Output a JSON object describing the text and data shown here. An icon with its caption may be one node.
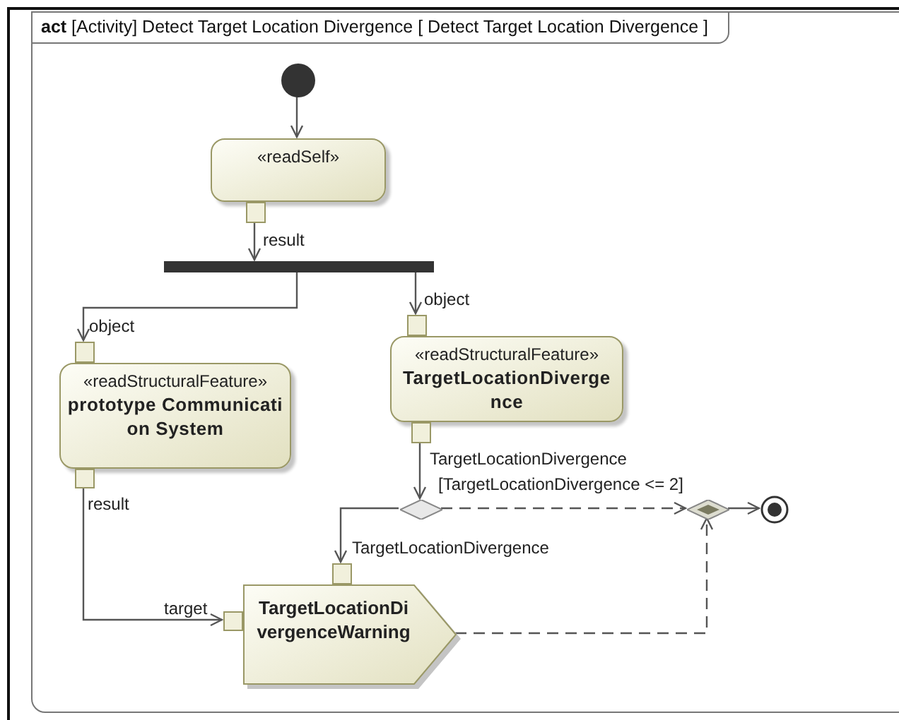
{
  "diagram": {
    "nodes": [
      {
        "text": [
          "**act** [Activity] Detect Target Location Divergence [ Detect Target Location Divergence ]"
        ]
      },
      {
        "text": [],
        "shape": "circle",
        "in": 0
      },
      {
        "text": [
          "«readSelf»"
        ],
        "in": 0
      },
      {
        "text": [],
        "shape": "box",
        "beside": [
          "result"
        ],
        "in": 0
      },
      {
        "text": [],
        "shape": "bar",
        "in": 0
      },
      {
        "text": [],
        "shape": "box",
        "beside": [
          "object"
        ],
        "in": 0
      },
      {
        "text": [
          "«readStructuralFeature»",
          "prototype Communication System"
        ],
        "in": 0
      },
      {
        "text": [],
        "shape": "box",
        "beside": [
          "result"
        ],
        "in": 0
      },
      {
        "text": [],
        "shape": "box",
        "beside": [
          "object"
        ],
        "in": 0
      },
      {
        "text": [
          "«readStructuralFeature»",
          "TargetLocationDivergence"
        ],
        "in": 0
      },
      {
        "text": [],
        "shape": "box",
        "beside": [
          "TargetLocationDivergence"
        ],
        "in": 0
      },
      {
        "text": [],
        "shape": "diamond",
        "in": 0
      },
      {
        "text": [],
        "shape": "diamond",
        "in": 0
      },
      {
        "text": [],
        "shape": "circle",
        "in": 0
      },
      {
        "text": [],
        "shape": "box",
        "beside": [
          "target"
        ],
        "in": 0
      },
      {
        "text": [],
        "shape": "box",
        "beside": [
          "TargetLocationDivergence"
        ],
        "in": 0
      },
      {
        "text": [
          "TargetLocationDivergenceWarning"
        ],
        "in": 0
      }
    ],
    "edges": [
      {
        "from": 1,
        "to": 2,
        "arrow": "to"
      },
      {
        "from": 3,
        "to": 4,
        "arrow": "to"
      },
      {
        "from": 4,
        "to": 5,
        "arrow": "to"
      },
      {
        "from": 4,
        "to": 8,
        "arrow": "to"
      },
      {
        "from": 10,
        "to": 11,
        "arrow": "to"
      },
      {
        "from": 11,
        "to": 12,
        "arrow": "to",
        "style": "dashed",
        "label": "[TargetLocationDivergence <= 2]"
      },
      {
        "from": 11,
        "to": 15,
        "arrow": "to"
      },
      {
        "from": 7,
        "to": 14,
        "arrow": "to"
      },
      {
        "from": 16,
        "to": 12,
        "arrow": "to",
        "style": "dashed"
      },
      {
        "from": 12,
        "to": 13,
        "arrow": "to"
      }
    ]
  }
}
